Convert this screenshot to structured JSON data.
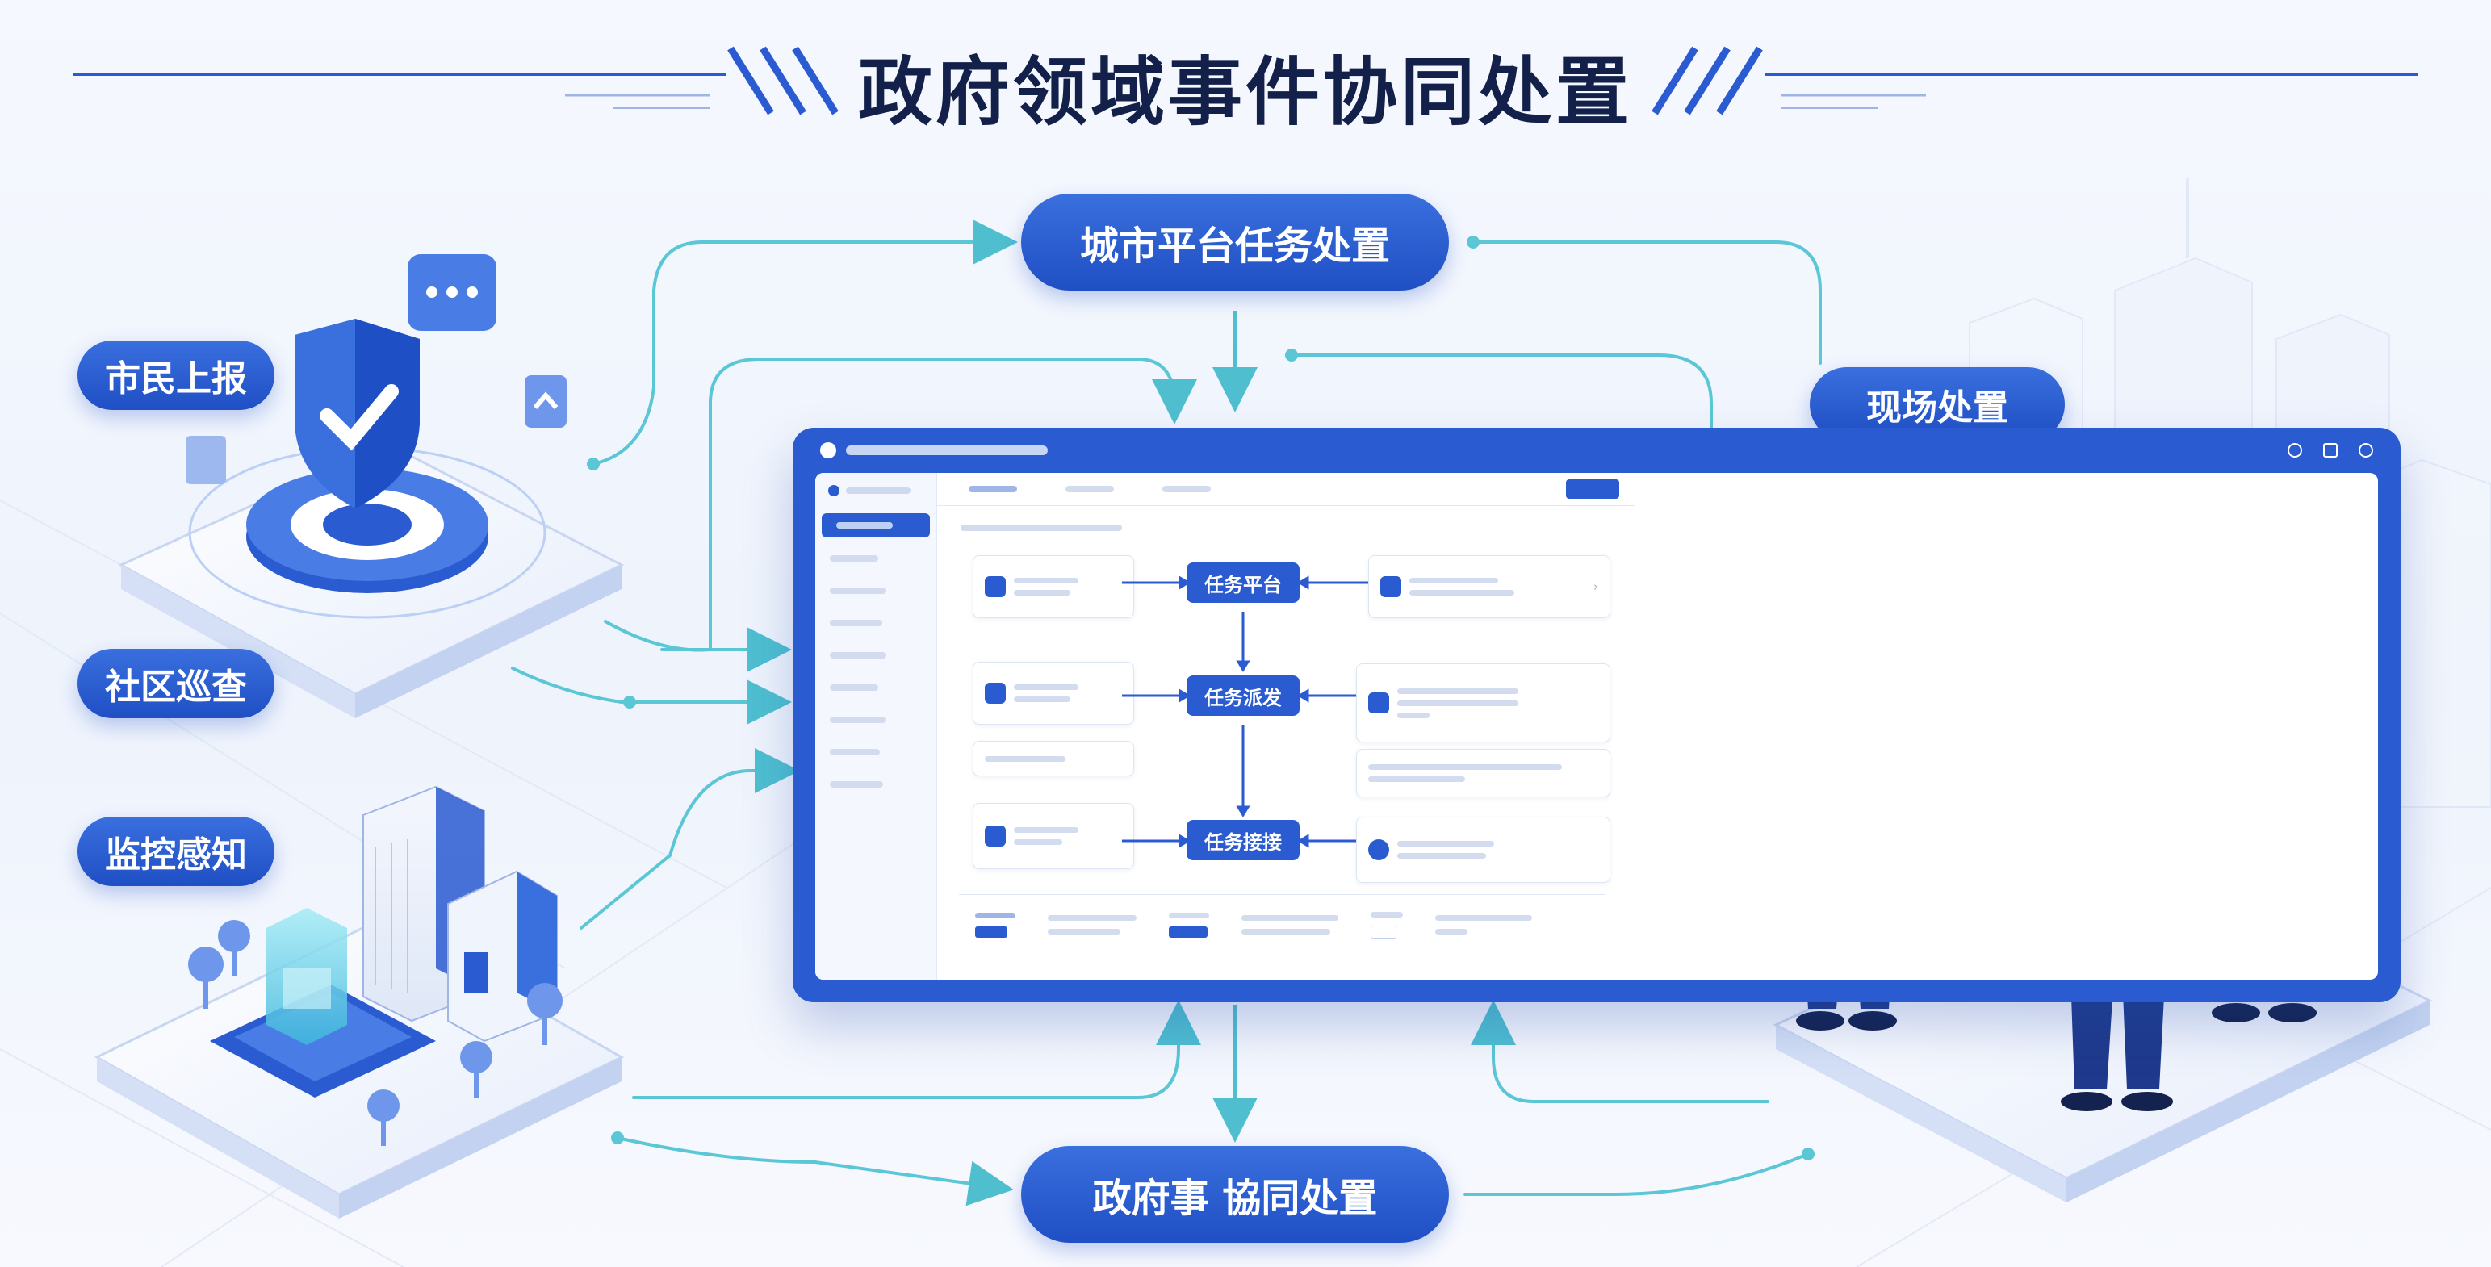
{
  "title": "政府领域事件协同处置",
  "colors": {
    "primary": "#2a5bd0",
    "dark": "#13204a",
    "teal": "#5ac6d6",
    "light": "#e8eefb"
  },
  "sources": {
    "citizen_report": "市民上报",
    "community_patrol": "社区巡查",
    "monitoring": "监控感知"
  },
  "stages": {
    "city_platform": "城市平台任务处置",
    "onsite": "现场处置",
    "gov_collab": "政府事 協同处置"
  },
  "screen": {
    "nodes": [
      "任务平台",
      "任务派发",
      "任务接接"
    ]
  },
  "icons": [
    "shield-check-icon",
    "chat-bubble-icon",
    "building-icon",
    "tree-icon",
    "police-officer-icon",
    "person-icon",
    "briefcase-icon",
    "document-icon"
  ]
}
